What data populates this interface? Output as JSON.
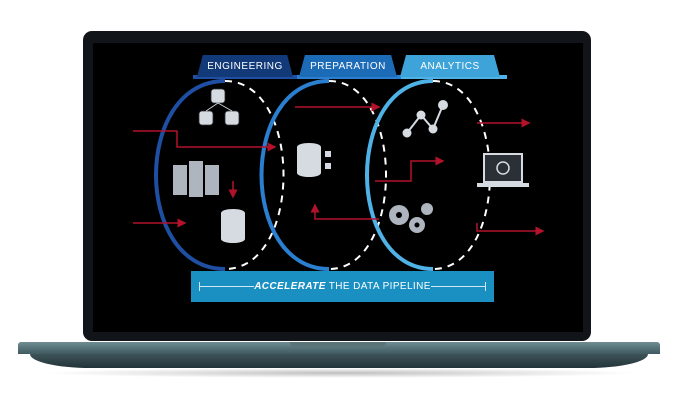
{
  "stages": [
    {
      "label": "ENGINEERING",
      "color": "#123a79"
    },
    {
      "label": "PREPARATION",
      "color": "#1c6bb6"
    },
    {
      "label": "ANALYTICS",
      "color": "#3ea3d9"
    }
  ],
  "banner": {
    "emphasis": "ACCELERATE",
    "rest": "THE DATA PIPELINE",
    "color": "#1a8fc2"
  },
  "icons": [
    "database-cluster-icon",
    "server-rack-icon",
    "database-icon",
    "database-transform-icon",
    "node-network-icon",
    "gears-icon",
    "laptop-dashboard-icon"
  ],
  "colors": {
    "arrow": "#b3122b",
    "ring_engineering": "#1e4fa3",
    "ring_preparation": "#2a7fd0",
    "ring_analytics": "#4fb2e6",
    "laptop_frame": "#111418",
    "laptop_base": "#4f6a70"
  }
}
